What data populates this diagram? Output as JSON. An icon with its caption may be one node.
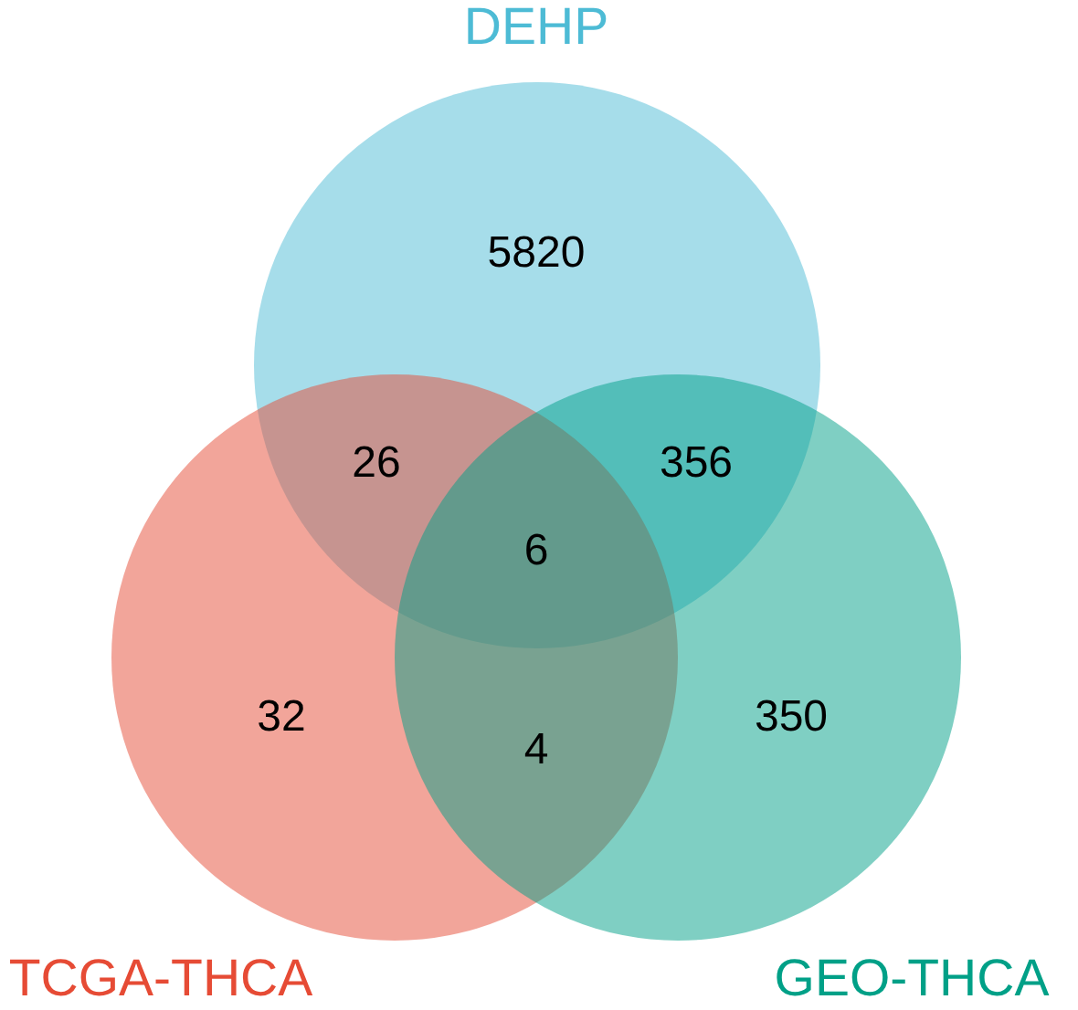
{
  "diagram": {
    "nodes": [
      {
        "text": [
          "DEHP",
          "5820"
        ]
      },
      {
        "text": [
          "32",
          "TCGA-THCA"
        ]
      },
      {
        "text": [
          "350",
          "GEO-THCA"
        ]
      }
    ],
    "labels": [
      "26",
      "356",
      "6",
      "4"
    ]
  }
}
